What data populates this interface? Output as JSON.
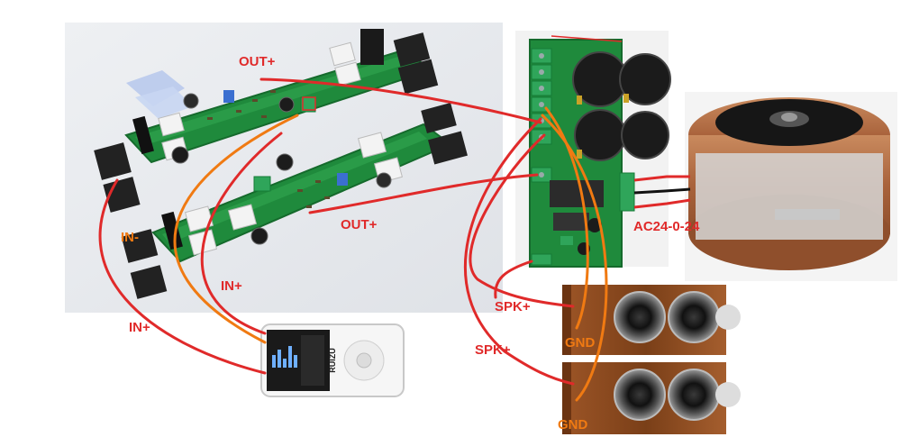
{
  "labels": {
    "out_plus_top": "OUT+",
    "out_plus_mid": "OUT+",
    "in_left": "IN-",
    "in_plus_mid": "IN+",
    "in_plus_left": "IN+",
    "spk_plus_1": "SPK+",
    "spk_plus_2": "SPK+",
    "gnd_1": "GND",
    "gnd_2": "GND",
    "ac_input": "AC24-0-24"
  },
  "player": {
    "brand": "RUIZU"
  },
  "colors": {
    "wire_red": "#e02a2a",
    "wire_orange": "#f07a12",
    "pcb_green": "#1f8a3c",
    "capacitor_black": "#1b1b1b",
    "transformer_copper": "#b7714a",
    "speaker_wood": "#8a4a1f"
  }
}
